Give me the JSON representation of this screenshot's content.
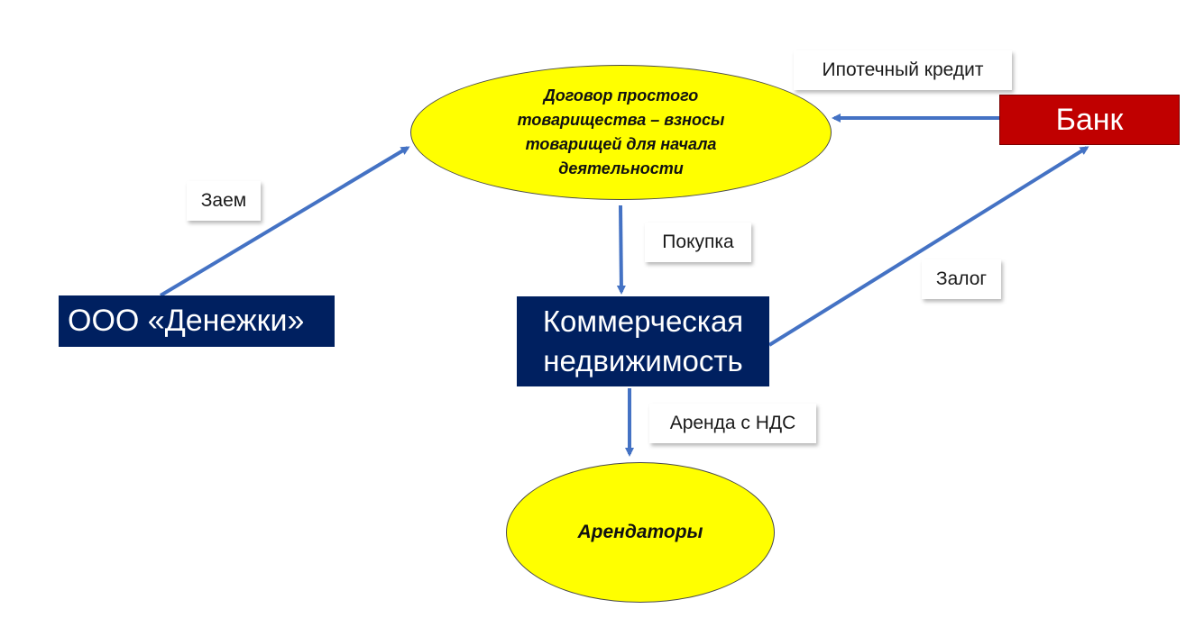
{
  "nodes": {
    "contract": {
      "lines": [
        "Договор простого",
        "товарищества – взносы",
        "товарищей для начала",
        "деятельности"
      ]
    },
    "tenants": {
      "label": "Арендаторы"
    },
    "company": {
      "label": "ООО «Денежки»"
    },
    "real_estate": {
      "lines": [
        "Коммерческая",
        "недвижимость"
      ]
    },
    "bank": {
      "label": "Банк"
    }
  },
  "edges": {
    "mortgage": "Ипотечный кредит",
    "loan": "Заем",
    "purchase": "Покупка",
    "pledge": "Залог",
    "rent": "Аренда с НДС"
  },
  "colors": {
    "ellipse_fill": "#ffff00",
    "box_fill": "#002060",
    "bank_fill": "#c00000",
    "arrow": "#4472c4"
  }
}
